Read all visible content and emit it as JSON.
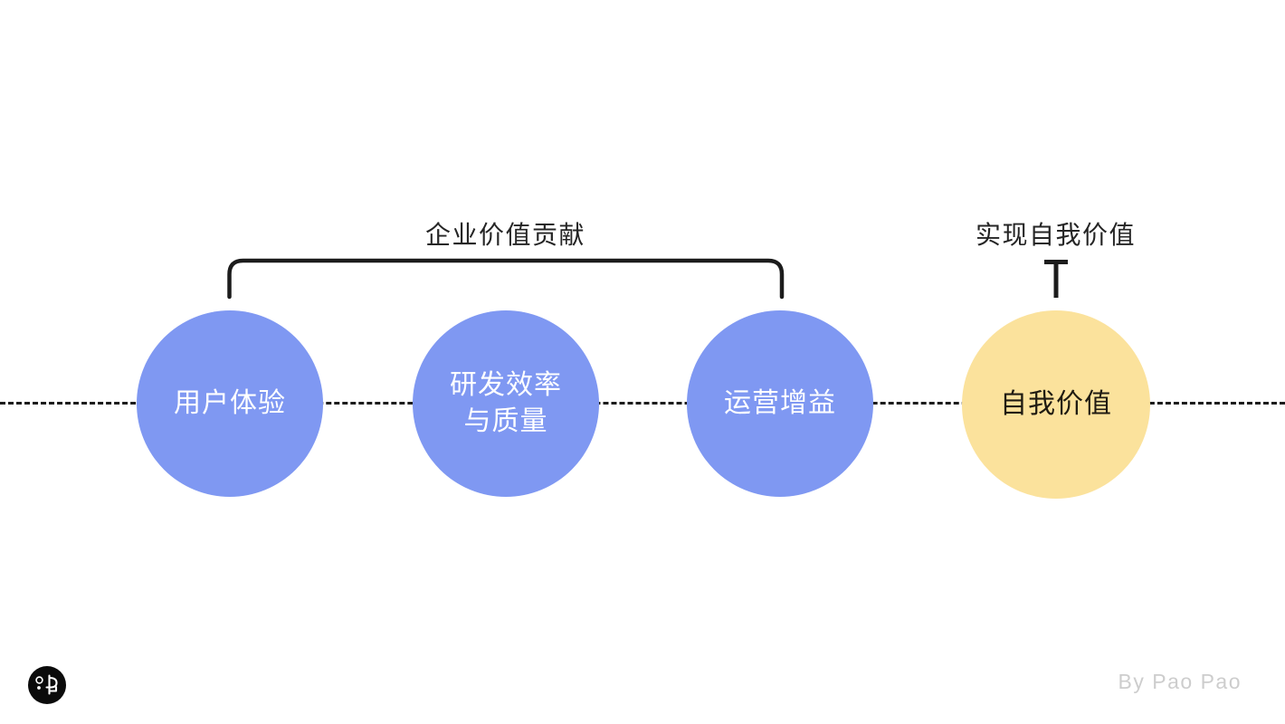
{
  "diagram": {
    "title_caption_left": "企业价值贡献",
    "title_caption_right": "实现自我价值",
    "colors": {
      "node_blue": "#7f98f2",
      "node_yellow": "#fbe29c",
      "node_blue_text": "#ffffff",
      "node_yellow_text": "#1f1b12",
      "axis": "#1c1c1c",
      "bracket": "#1c1c1c",
      "caption": "#252525",
      "watermark": "#cdcdcd",
      "background": "#ffffff"
    },
    "nodes": [
      {
        "id": "user-experience",
        "label": "用户体验",
        "kind": "blue"
      },
      {
        "id": "rd-efficiency",
        "label": "研发效率\n与质量",
        "kind": "blue"
      },
      {
        "id": "operation-gain",
        "label": "运营增益",
        "kind": "blue"
      },
      {
        "id": "self-value",
        "label": "自我价值",
        "kind": "yellow"
      }
    ],
    "connectors": [
      {
        "id": "enterprise-bracket",
        "shape": "rounded-bracket-down",
        "spans": [
          "user-experience",
          "operation-gain"
        ]
      },
      {
        "id": "self-value-tee",
        "shape": "tee-down",
        "spans": [
          "self-value"
        ]
      }
    ],
    "axis": {
      "style": "dashed",
      "label": ""
    }
  },
  "footer": {
    "watermark": "By Pao Pao",
    "logo_name": "pao-pao-logo"
  }
}
